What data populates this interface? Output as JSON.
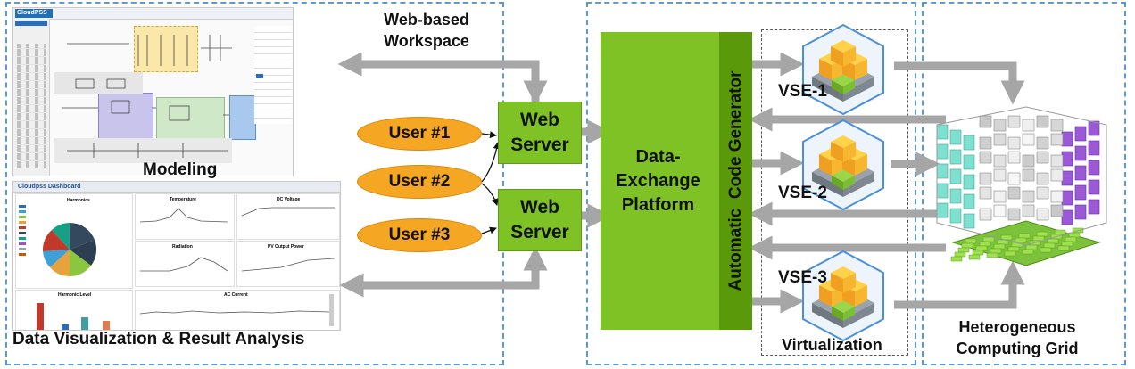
{
  "left_panel": {
    "modeling_caption": "Modeling",
    "modeling_app_logo": "CloudPSS",
    "dashboard_title": "Cloudpss Dashboard",
    "dashboard_widgets": [
      "Harmonics",
      "Temperature",
      "DC Voltage",
      "Radiation",
      "PV Output Power",
      "Harmonic Level",
      "AC Current"
    ],
    "analysis_caption": "Data Visualization & Result Analysis"
  },
  "workspace_label": "Web-based\nWorkspace",
  "users": [
    "User #1",
    "User #2",
    "User #3"
  ],
  "web_server_label": "Web\nServer",
  "middle_panel": {
    "platform_label": "Data-\nExchange\nPlatform",
    "generator_label": "Automatic  Code Generator"
  },
  "vse_labels": [
    "VSE-1",
    "VSE-2",
    "VSE-3"
  ],
  "virtualization_label": "Virtualization",
  "grid_label": "Heterogeneous\nComputing  Grid",
  "colors": {
    "panel_border": "#5b9bd5",
    "user_fill": "#f5a623",
    "green_fill": "#7ec225",
    "generator_fill": "#5a9a0a",
    "arrow": "#a6a6a6"
  }
}
